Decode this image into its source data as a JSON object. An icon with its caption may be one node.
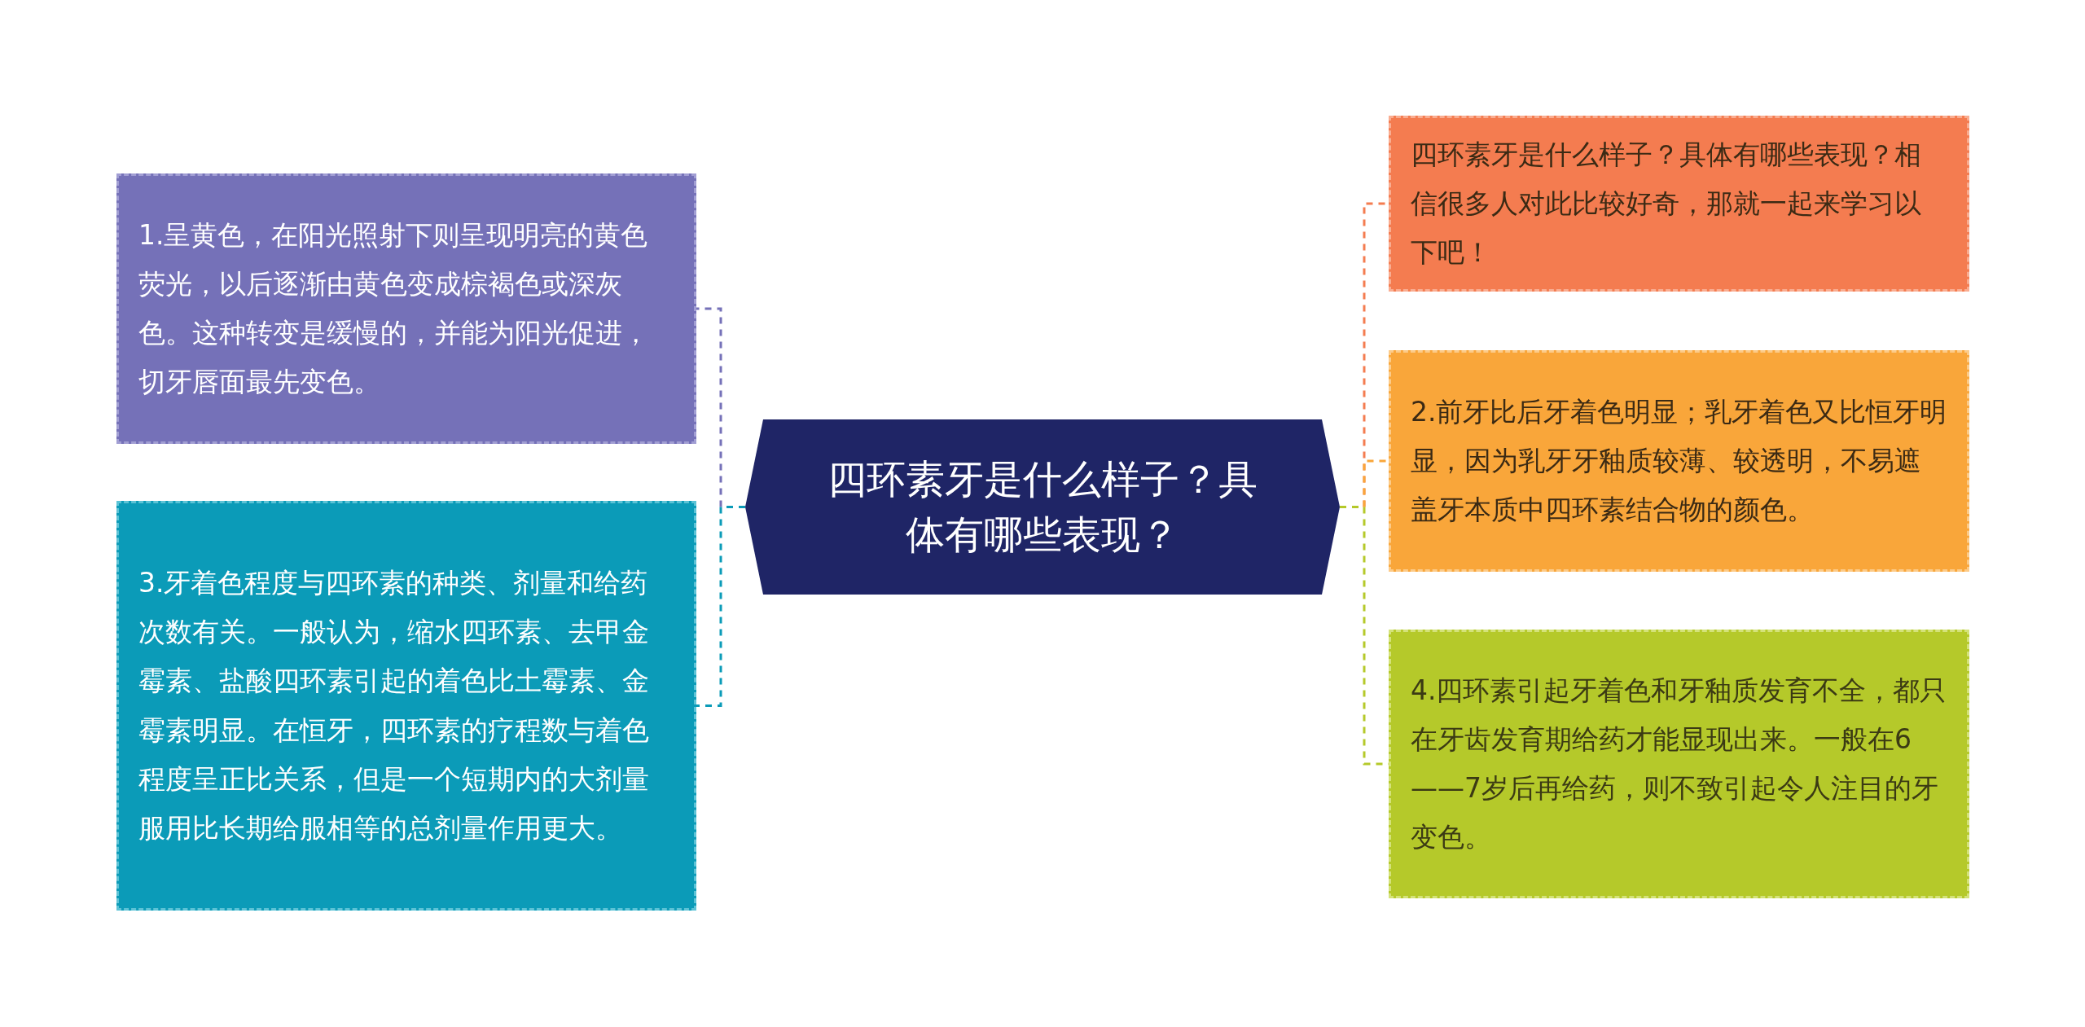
{
  "diagram": {
    "nodes": [
      {
        "text": [
          "四环素牙是什么样子？具体有哪些表现？"
        ]
      },
      {
        "text": [
          "1.呈黄色，在阳光照射下则呈现明亮的黄色荧光，以后逐渐由黄色变成棕褐色或深灰色。这种转变是缓慢的，并能为阳光促进，切牙唇面最先变色。"
        ]
      },
      {
        "text": [
          "3.牙着色程度与四环素的种类、剂量和给药次数有关。一般认为，缩水四环素、去甲金霉素、盐酸四环素引起的着色比土霉素、金霉素明显。在恒牙，四环素的疗程数与着色程度呈正比关系，但是一个短期内的大剂量服用比长期给服相等的总剂量作用更大。"
        ]
      },
      {
        "text": [
          "四环素牙是什么样子？具体有哪些表现？相信很多人对此比较好奇，那就一起来学习以下吧！"
        ]
      },
      {
        "text": [
          "2.前牙比后牙着色明显；乳牙着色又比恒牙明显，因为乳牙牙釉质较薄、较透明，不易遮盖牙本质中四环素结合物的颜色。"
        ]
      },
      {
        "text": [
          "4.四环素引起牙着色和牙釉质发育不全，都只在牙齿发育期给药才能显现出来。一般在6——7岁后再给药，则不致引起令人注目的牙变色。"
        ]
      }
    ],
    "edges": [
      {
        "from": 0,
        "to": 1,
        "arrow": "none",
        "style": "dashed",
        "color": "#7571b8"
      },
      {
        "from": 0,
        "to": 2,
        "arrow": "none",
        "style": "dashed",
        "color": "#0b9bb8"
      },
      {
        "from": 0,
        "to": 3,
        "arrow": "none",
        "style": "dashed",
        "color": "#f47c50"
      },
      {
        "from": 0,
        "to": 4,
        "arrow": "none",
        "style": "dashed",
        "color": "#f9a63a"
      },
      {
        "from": 0,
        "to": 5,
        "arrow": "none",
        "style": "dashed",
        "color": "#b5c92a"
      }
    ]
  }
}
